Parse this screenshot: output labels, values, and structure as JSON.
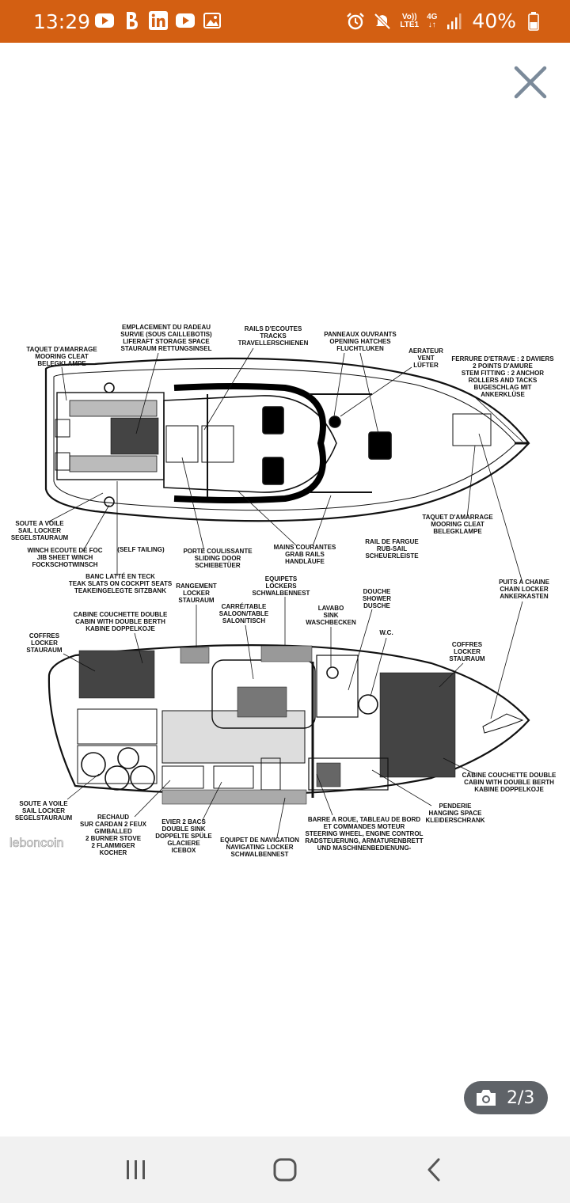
{
  "status_bar": {
    "time": "13:29",
    "left_icons": [
      "youtube-icon",
      "b-icon",
      "linkedin-icon",
      "youtube-icon",
      "image-icon"
    ],
    "right_icons": [
      "alarm-icon",
      "mute-icon",
      "volte-icon",
      "signal-icon",
      "battery-icon"
    ],
    "volte_line1": "Vo))",
    "volte_line2": "LTE1",
    "network": "4G",
    "battery": "40%"
  },
  "viewer": {
    "close_icon": "close-icon",
    "watermark": "leboncoin",
    "counter": "2/3",
    "camera_icon": "camera-icon"
  },
  "diagram_labels": {
    "emplacement": [
      "EMPLACEMENT DU RADEAU",
      "SURVIE (SOUS CAILLEBOTIS)",
      "LIFERAFT STORAGE SPACE",
      "STAURAUM RETTUNGSINSEL"
    ],
    "rails": [
      "RAILS D'ECOUTES",
      "TRACKS",
      "TRAVELLERSCHIENEN"
    ],
    "panneaux": [
      "PANNEAUX OUVRANTS",
      "OPENING HATCHES",
      "FLUCHTLUKEN"
    ],
    "aerateur": [
      "AERATEUR",
      "VENT",
      "LÜFTER"
    ],
    "taquet_top": [
      "TAQUET D'AMARRAGE",
      "MOORING CLEAT",
      "BELEGKLAMPE"
    ],
    "ferrure": [
      "FERRURE D'ETRAVE : 2 DAVIERS",
      "2 POINTS D'AMURE",
      "STEM FITTING : 2 ANCHOR",
      "ROLLERS AND TACKS",
      "BUGESCHLAG MIT",
      "ANKERKLÜSE"
    ],
    "soute_top": [
      "SOUTE A VOILE",
      "SAIL LOCKER",
      "SEGELSTAURAUM"
    ],
    "winch": [
      "WINCH ECOUTE DE FOC",
      "JIB SHEET WINCH",
      "FOCKSCHOTWINSCH"
    ],
    "self_tailing": "(SELF TAILING)",
    "porte": [
      "PORTE COULISSANTE",
      "SLIDING DOOR",
      "SCHIEBETÜER"
    ],
    "mains": [
      "MAINS COURANTES",
      "GRAB RAILS",
      "HANDLÄUFE"
    ],
    "rail_fargue": [
      "RAIL DE FARGUE",
      "RUB-SAIL",
      "SCHEUERLEISTE"
    ],
    "taquet_mid": [
      "TAQUET D'AMARRAGE",
      "MOORING CLEAT",
      "BELEGKLAMPE"
    ],
    "banc": [
      "BANC LATTÉ EN TECK",
      "TEAK SLATS ON COCKPIT SEATS",
      "TEAKEINGELEGTE SITZBANK"
    ],
    "puits": [
      "PUITS A CHAINE",
      "CHAIN LOCKER",
      "ANKERKASTEN"
    ],
    "rangement": [
      "RANGEMENT",
      "LOCKER",
      "STAURAUM"
    ],
    "equipets_top": [
      "EQUIPETS",
      "LOCKERS",
      "SCHWALBENNEST"
    ],
    "cabine_left": [
      "CABINE COUCHETTE DOUBLE",
      "CABIN WITH DOUBLE BERTH",
      "KABINE DOPPELKOJE"
    ],
    "carre": [
      "CARRÉ/TABLE",
      "SALOON/TABLE",
      "SALON/TISCH"
    ],
    "lavabo": [
      "LAVABO",
      "SINK",
      "WASCHBECKEN"
    ],
    "douche": [
      "DOUCHE",
      "SHOWER",
      "DUSCHE"
    ],
    "wc": "W.C.",
    "coffres_left": [
      "COFFRES",
      "LOCKER",
      "STAURAUM"
    ],
    "coffres_right": [
      "COFFRES",
      "LOCKER",
      "STAURAUM"
    ],
    "cabine_right": [
      "CABINE COUCHETTE DOUBLE",
      "CABIN WITH DOUBLE BERTH",
      "KABINE DOPPELKOJE"
    ],
    "penderie": [
      "PENDERIE",
      "HANGING SPACE",
      "KLEIDERSCHRANK"
    ],
    "soute_bottom": [
      "SOUTE A VOILE",
      "SAIL LOCKER",
      "SEGELSTAURAUM"
    ],
    "rechaud": [
      "RECHAUD",
      "SUR CARDAN 2 FEUX",
      "GIMBALLED",
      "2 BURNER STOVE",
      "2 FLAMMIGER",
      "KOCHER"
    ],
    "evier": [
      "EVIER 2 BACS",
      "DOUBLE SINK",
      "DOPPELTE SPÜLE",
      "GLACIERE",
      "ICEBOX"
    ],
    "equipet_nav": [
      "EQUIPET DE NAVIGATION",
      "NAVIGATING LOCKER",
      "SCHWALBENNEST"
    ],
    "barre": [
      "BARRE A ROUE, TABLEAU DE BORD",
      "ET COMMANDES MOTEUR",
      "STEERING WHEEL, ENGINE CONTROL",
      "RADSTEUERUNG, ARMATURENBRETT",
      "UND MASCHINENBEDIENUNG-"
    ]
  },
  "navigation_bar": {
    "recents_icon": "recents-icon",
    "home_icon": "home-icon",
    "back_icon": "back-icon"
  }
}
